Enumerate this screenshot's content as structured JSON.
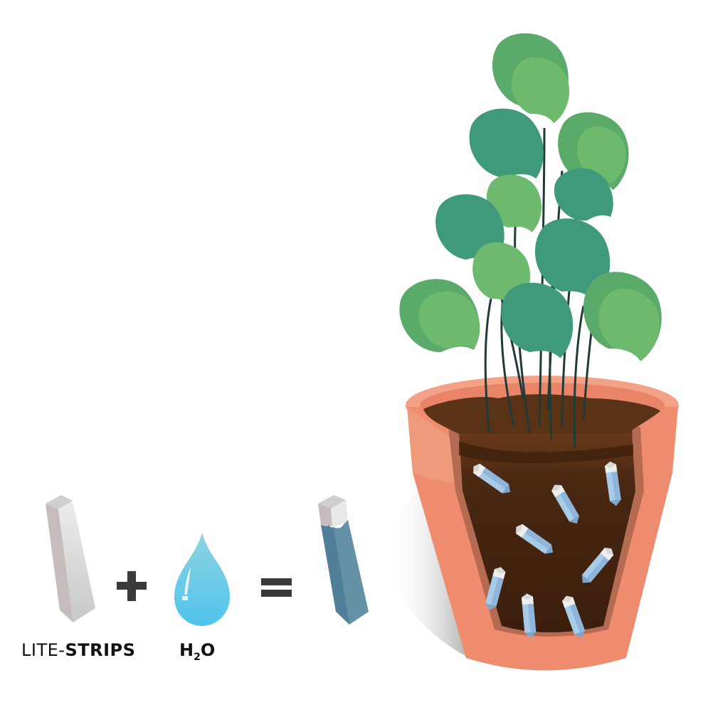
{
  "labels": {
    "strip_prefix": "LITE-",
    "strip_bold": "STRIPS",
    "water_h": "H",
    "water_sub": "2",
    "water_o": "O"
  },
  "equation": {
    "plus": "+",
    "equals": "="
  },
  "colors": {
    "strip_light": "#e6e6e6",
    "strip_side": "#c7bcbc",
    "wet_strip": "#5a8aa2",
    "water": "#5cc3e8",
    "pot": "#ef8c6e",
    "pot_rim": "#f4a287",
    "soil": "#3d2010",
    "leaf_dark": "#3f9a7c",
    "leaf_light": "#6db96d",
    "stem": "#1f3b38",
    "crystal": "#a8cbe8"
  }
}
